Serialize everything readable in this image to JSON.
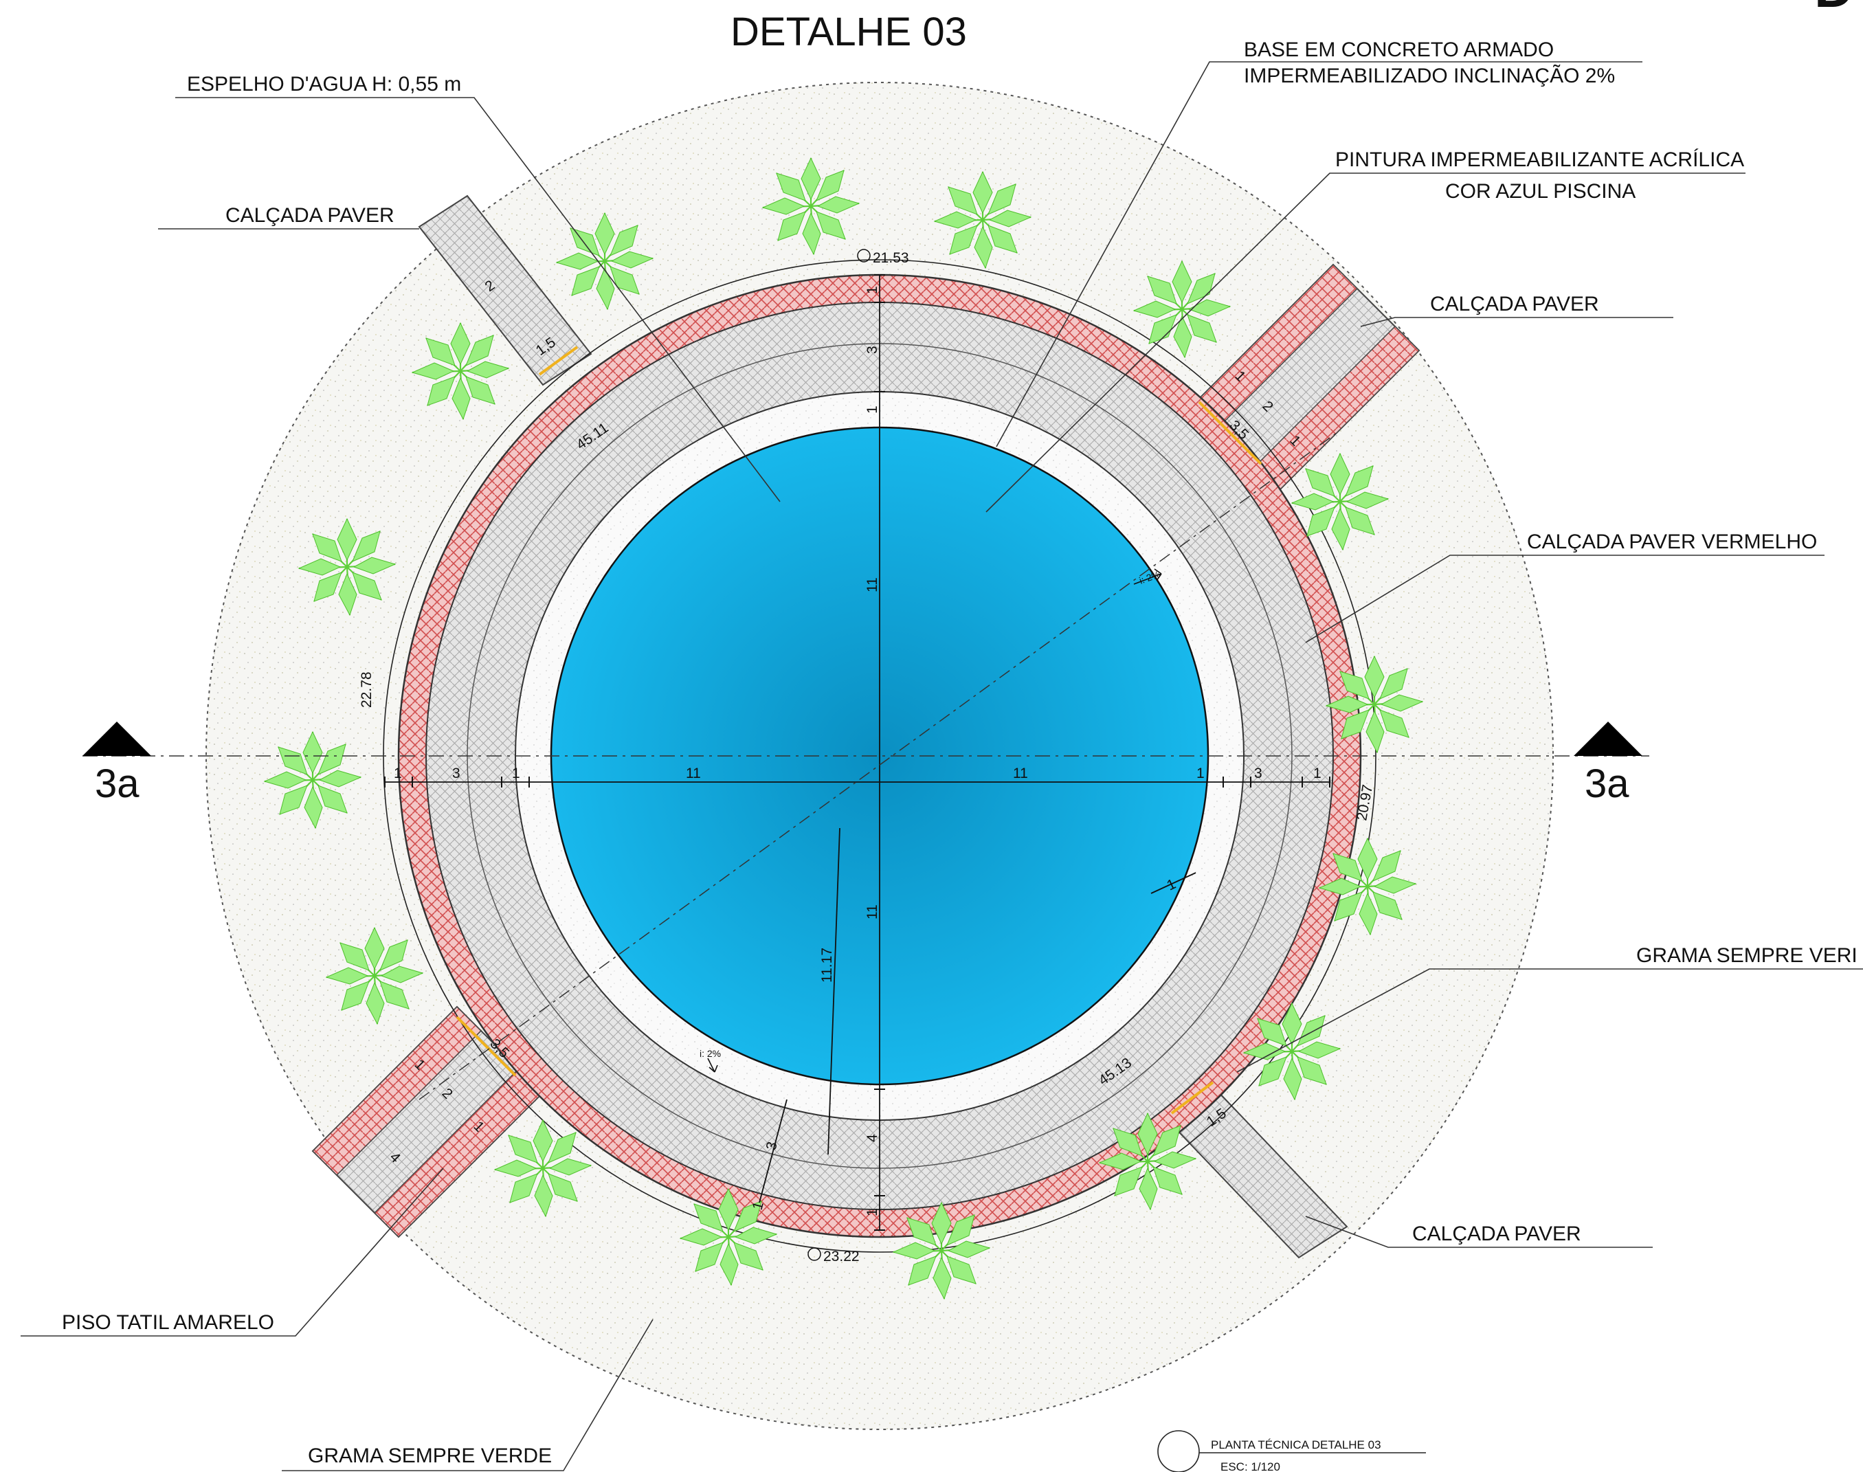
{
  "title": "DETALHE 03",
  "labels": {
    "espelho": "ESPELHO D'AGUA H: 0,55 m",
    "base_line1": "BASE EM CONCRETO ARMADO",
    "base_line2": "IMPERMEABILIZADO INCLINAÇÃO 2%",
    "pintura_line1": "PINTURA IMPERMEABILIZANTE ACRÍLICA",
    "pintura_line2": "COR AZUL PISCINA",
    "calcada_paver_tl": "CALÇADA PAVER",
    "calcada_paver_tr": "CALÇADA PAVER",
    "calcada_vermelho": "CALÇADA PAVER VERMELHO",
    "grama_right": "GRAMA SEMPRE VERI",
    "calcada_paver_br": "CALÇADA PAVER",
    "piso_tatil": "PISO TATIL AMARELO",
    "grama_bottom": "GRAMA SEMPRE VERDE"
  },
  "section_marks": {
    "left": "3a",
    "right": "3a"
  },
  "dimensions": {
    "radius_left_1": "1",
    "radius_left_2": "3",
    "radius_left_3": "1",
    "radius_left_4": "11",
    "radius_right_4": "11",
    "radius_right_3": "1",
    "radius_right_2": "3",
    "radius_right_1": "1",
    "vert_top_1": "1",
    "vert_top_2": "3",
    "vert_top_3": "1",
    "vert_top_4": "11",
    "vert_bottom_4": "11",
    "vert_bottom_3": "4",
    "vert_bottom_2": "1",
    "diag_11_17": "11.17",
    "diag_3": "3",
    "diag_1": "1",
    "ring_1": "1",
    "arc_top": "21.53",
    "arc_left": "22.78",
    "arc_right": "20.97",
    "arc_bottom": "23.22",
    "arc_inner_tl": "45.11",
    "arc_inner_br": "45.13",
    "path_tl_width": "2",
    "path_tl_tatil": "1,5",
    "path_tr_a": "1",
    "path_tr_b": "2",
    "path_tr_c": "3,5",
    "path_tr_d": "1",
    "path_bl_a": "1",
    "path_bl_b": "2",
    "path_bl_c": "1",
    "path_bl_d": "3,5",
    "path_bl_e": "4",
    "path_br_tatil": "1,5",
    "slope_1": "i: 2%",
    "slope_2": "i: 2%"
  },
  "stamp": {
    "line1": "PLANTA TÉCNICA DETALHE 03",
    "line2": "ESC: 1/120"
  },
  "corner_glyph": "D",
  "colors": {
    "water_center": "#0a8fc2",
    "water_edge": "#18b8ec",
    "paver_red": "#e88f8f",
    "paver_grey": "#dcdcdc",
    "grass_fill": "#f4f4f0",
    "palm": "#7fe36a",
    "tactile_yellow": "#f0b21f"
  }
}
